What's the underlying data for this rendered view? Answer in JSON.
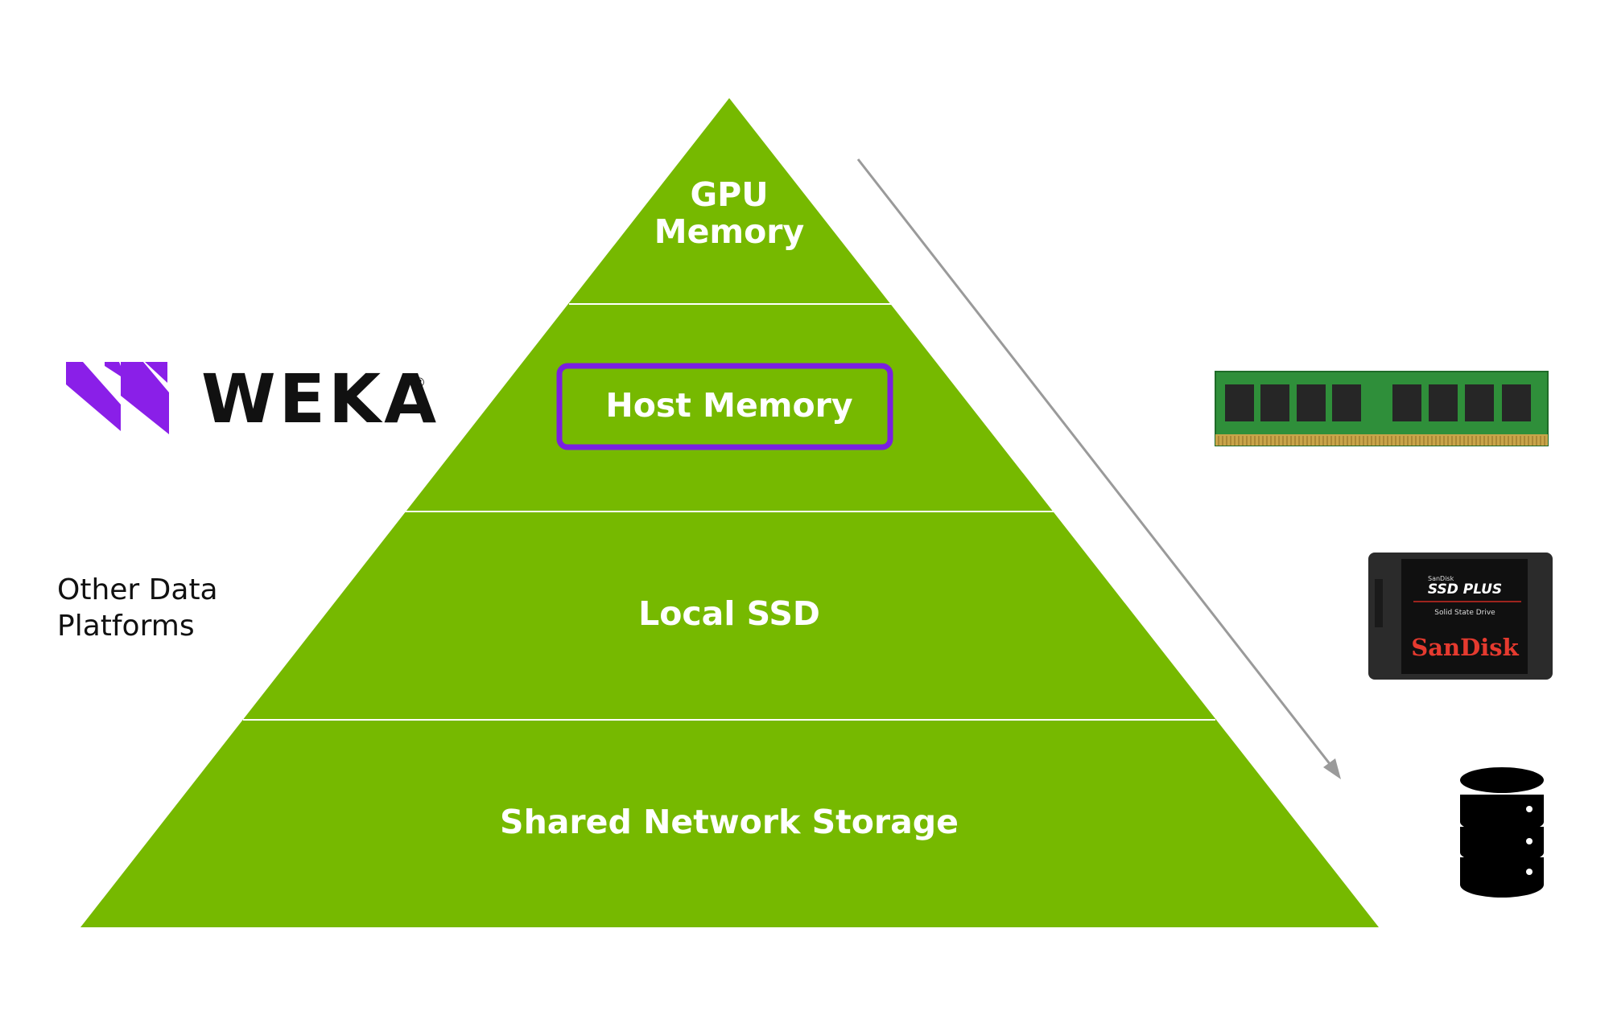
{
  "pyramid": {
    "fill_color": "#76B900",
    "divider_color": "#ffffff",
    "tiers": [
      {
        "id": "gpu-memory",
        "lines": [
          "GPU",
          "Memory"
        ]
      },
      {
        "id": "host-memory",
        "lines": [
          "Host Memory"
        ],
        "highlighted": true
      },
      {
        "id": "local-ssd",
        "lines": [
          "Local SSD"
        ]
      },
      {
        "id": "shared-network-storage",
        "lines": [
          "Shared Network Storage"
        ]
      }
    ],
    "highlight_color": "#7A1FE0"
  },
  "logo": {
    "text": "WEKA",
    "registered_mark": "®",
    "mark_color": "#8A1FE8"
  },
  "side_label": {
    "lines": [
      "Other Data",
      "Platforms"
    ]
  },
  "arrow": {
    "color": "#9a9a9a"
  },
  "icons": {
    "ram": {
      "name": "ram-module-icon",
      "pcb_color": "#2f8f3a",
      "chip_color": "#262626"
    },
    "ssd": {
      "name": "ssd-drive-icon",
      "maker_small": "SanDisk",
      "model": "SSD PLUS",
      "subtitle": "Solid State Drive",
      "brand": "SanDisk",
      "brand_color": "#E53A2F"
    },
    "storage": {
      "name": "database-storage-icon"
    }
  }
}
